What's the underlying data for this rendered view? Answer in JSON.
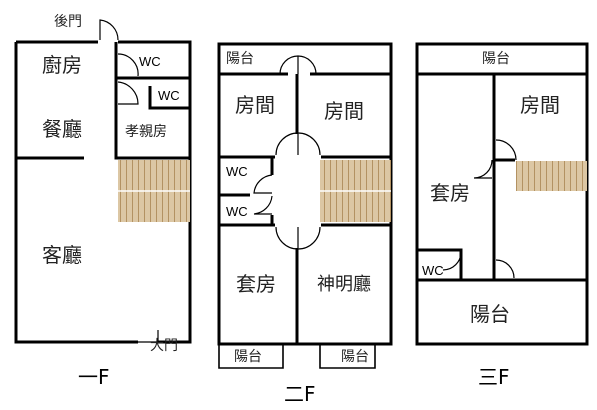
{
  "floor1": {
    "back_door": "後門",
    "kitchen": "廚房",
    "dining": "餐廳",
    "wc1": "WC",
    "wc2": "WC",
    "elder_room": "孝親房",
    "living": "客廳",
    "main_door": "大門",
    "label": "一F"
  },
  "floor2": {
    "balcony_top": "陽台",
    "room_left": "房間",
    "room_right": "房間",
    "wc1": "WC",
    "wc2": "WC",
    "suite": "套房",
    "shrine": "神明廳",
    "balcony_bl": "陽台",
    "balcony_br": "陽台",
    "label": "二F"
  },
  "floor3": {
    "balcony_top": "陽台",
    "room": "房間",
    "suite": "套房",
    "wc": "WC",
    "balcony_bottom": "陽台",
    "label": "三F"
  },
  "colors": {
    "stair_fill": "#dcc7a4",
    "stair_line": "#b39262",
    "wall": "#000000"
  }
}
